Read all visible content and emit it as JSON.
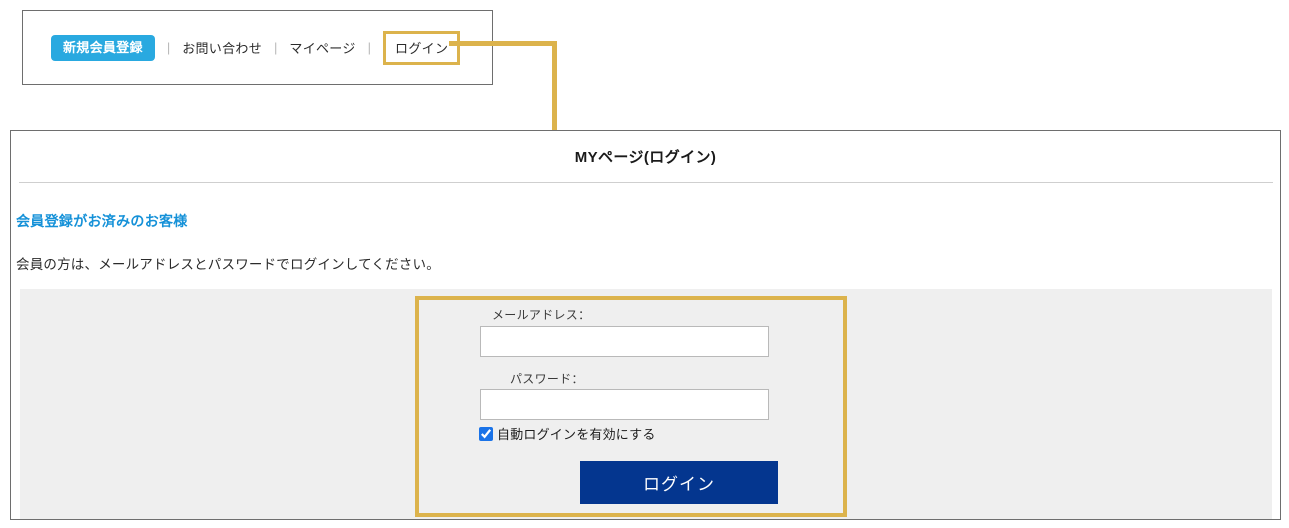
{
  "nav": {
    "register_label": "新規会員登録",
    "separator": "|",
    "links": [
      {
        "label": "お問い合わせ",
        "highlighted": false
      },
      {
        "label": "マイページ",
        "highlighted": false
      },
      {
        "label": "ログイン",
        "highlighted": true
      }
    ]
  },
  "panel": {
    "title": "MYページ(ログイン)",
    "section_heading": "会員登録がお済みのお客様",
    "section_description": "会員の方は、メールアドレスとパスワードでログインしてください。"
  },
  "form": {
    "email_label": "メールアドレス：",
    "email_value": "",
    "email_placeholder": "",
    "password_label": "パスワード：",
    "password_value": "",
    "password_placeholder": "",
    "autologin_label": "自動ログインを有効にする",
    "autologin_checked": true,
    "submit_label": "ログイン"
  },
  "colors": {
    "register_button": "#29a9e0",
    "highlight_gold": "#dcb34c",
    "heading_blue": "#1591d8",
    "submit_navy": "#04368f",
    "form_background": "#efefef",
    "panel_border": "#6e6e6e",
    "checkbox_blue": "#1a73e8"
  }
}
